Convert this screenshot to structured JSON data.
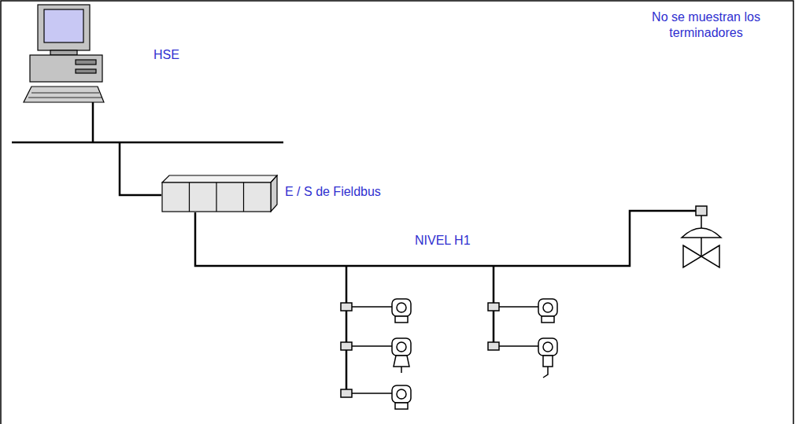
{
  "diagram": {
    "nodes": [
      {
        "text": [
          "E / S de Fieldbus"
        ]
      }
    ],
    "labels": [
      "HSE",
      "NIVEL H1",
      "No se muestran los terminadores"
    ]
  }
}
